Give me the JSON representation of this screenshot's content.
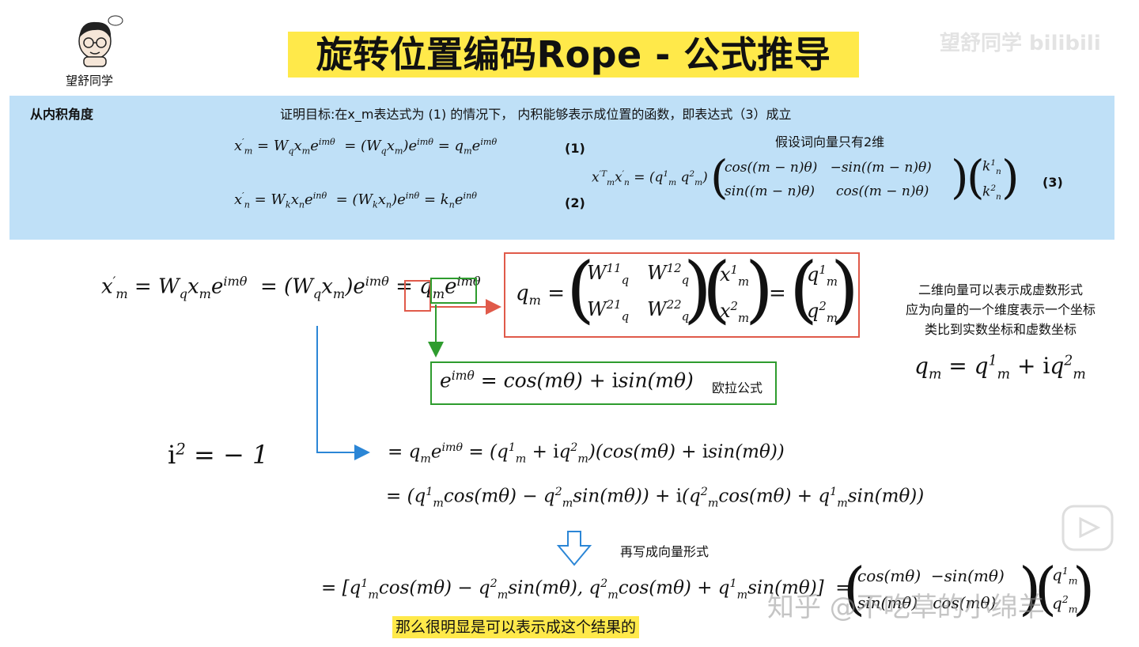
{
  "header": {
    "title": "旋转位置编码Rope - 公式推导",
    "author_name": "望舒同学",
    "bilibili_watermark": "望舒同学 bilibili"
  },
  "panel": {
    "section_label": "从内积角度",
    "goal_text": "证明目标:在x_m表达式为 (1) 的情况下， 内积能够表示成位置的函数，即表达式（3）成立",
    "assume_text": "假设词向量只有2维",
    "eq1_label": "(1)",
    "eq2_label": "(2)",
    "eq3_label": "(3)"
  },
  "main": {
    "euler_label": "欧拉公式",
    "complex_note_lines": [
      "二维向量可以表示成虚数形式",
      "应为向量的一个维度表示一个坐标",
      "类比到实数坐标和虚数坐标"
    ],
    "rewrite_label": "再写成向量形式",
    "subtitle": "那么很明显是可以表示成这个结果的",
    "zhihu_watermark": "知乎 @不吃草的小绵羊"
  },
  "colors": {
    "title_bg": "#ffe94a",
    "panel_bg": "#bfe0f7",
    "red_box": "#e05a4a",
    "green_box": "#2e9c2e",
    "blue_arrow": "#2b86d6",
    "subtitle_bg": "#ffe94a"
  }
}
